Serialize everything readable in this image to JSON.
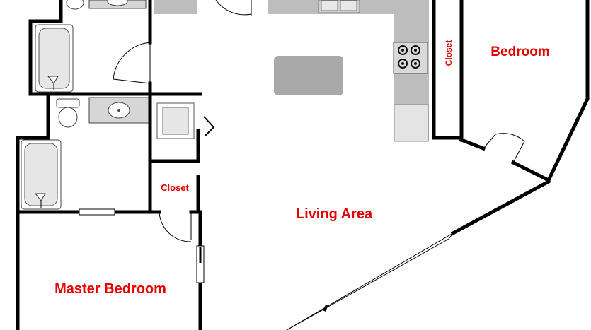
{
  "rooms": {
    "bedroom": "Bedroom",
    "closet_kitchen": "Closet",
    "closet_hall": "Closet",
    "living_area": "Living Area",
    "master_bedroom": "Master Bedroom"
  },
  "colors": {
    "label": "#e60000",
    "wall": "#000000",
    "fixture": "#d6d6d6",
    "counter": "#bdbdbd"
  }
}
